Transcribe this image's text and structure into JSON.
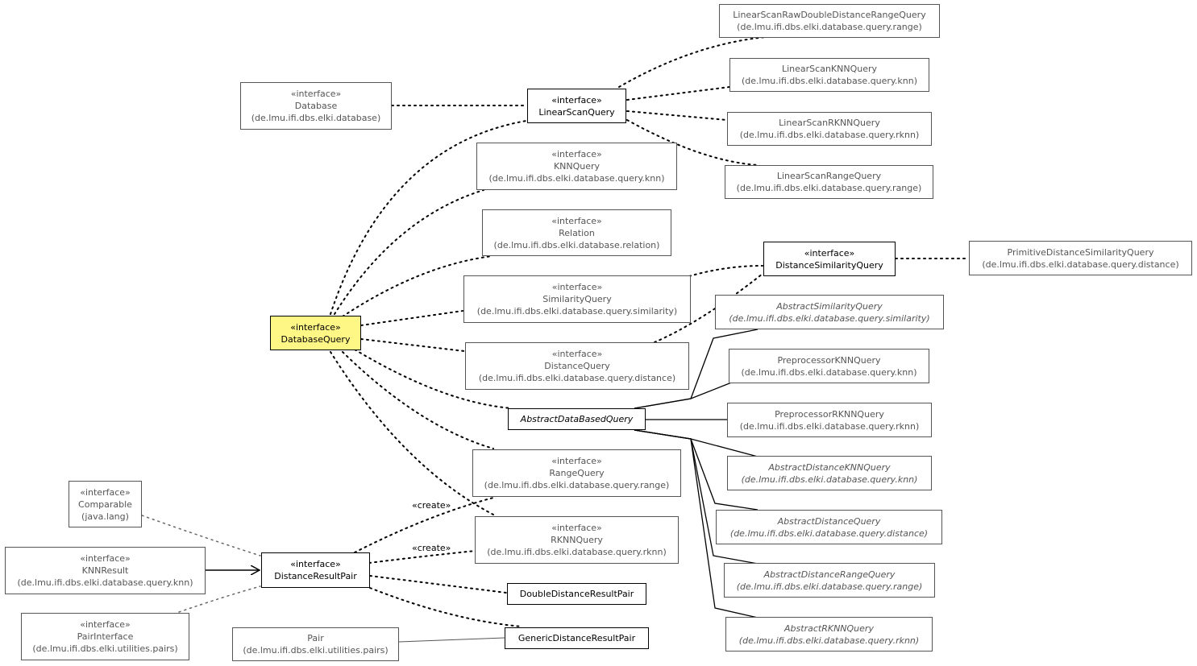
{
  "stereotype": "«interface»",
  "create_label": "«create»",
  "nodes": {
    "database": {
      "name": "Database",
      "pkg": "(de.lmu.ifi.dbs.elki.database)"
    },
    "linearscan_query": {
      "name": "LinearScanQuery"
    },
    "lsrawdouble": {
      "name": "LinearScanRawDoubleDistanceRangeQuery",
      "pkg": "(de.lmu.ifi.dbs.elki.database.query.range)"
    },
    "lsknn": {
      "name": "LinearScanKNNQuery",
      "pkg": "(de.lmu.ifi.dbs.elki.database.query.knn)"
    },
    "lsrknn": {
      "name": "LinearScanRKNNQuery",
      "pkg": "(de.lmu.ifi.dbs.elki.database.query.rknn)"
    },
    "lsrange": {
      "name": "LinearScanRangeQuery",
      "pkg": "(de.lmu.ifi.dbs.elki.database.query.range)"
    },
    "knnquery": {
      "name": "KNNQuery",
      "pkg": "(de.lmu.ifi.dbs.elki.database.query.knn)"
    },
    "relation": {
      "name": "Relation",
      "pkg": "(de.lmu.ifi.dbs.elki.database.relation)"
    },
    "similarityquery": {
      "name": "SimilarityQuery",
      "pkg": "(de.lmu.ifi.dbs.elki.database.query.similarity)"
    },
    "distsimquery": {
      "name": "DistanceSimilarityQuery"
    },
    "primdistsim": {
      "name": "PrimitiveDistanceSimilarityQuery",
      "pkg": "(de.lmu.ifi.dbs.elki.database.query.distance)"
    },
    "abssimquery": {
      "name": "AbstractSimilarityQuery",
      "pkg": "(de.lmu.ifi.dbs.elki.database.query.similarity)"
    },
    "databasequery": {
      "name": "DatabaseQuery"
    },
    "distancequery": {
      "name": "DistanceQuery",
      "pkg": "(de.lmu.ifi.dbs.elki.database.query.distance)"
    },
    "prepknn": {
      "name": "PreprocessorKNNQuery",
      "pkg": "(de.lmu.ifi.dbs.elki.database.query.knn)"
    },
    "absdatabased": {
      "name": "AbstractDataBasedQuery"
    },
    "preprknn": {
      "name": "PreprocessorRKNNQuery",
      "pkg": "(de.lmu.ifi.dbs.elki.database.query.rknn)"
    },
    "absdistknn": {
      "name": "AbstractDistanceKNNQuery",
      "pkg": "(de.lmu.ifi.dbs.elki.database.query.knn)"
    },
    "rangequery": {
      "name": "RangeQuery",
      "pkg": "(de.lmu.ifi.dbs.elki.database.query.range)"
    },
    "absdistquery": {
      "name": "AbstractDistanceQuery",
      "pkg": "(de.lmu.ifi.dbs.elki.database.query.distance)"
    },
    "comparable": {
      "name": "Comparable",
      "pkg": "(java.lang)"
    },
    "rknnquery": {
      "name": "RKNNQuery",
      "pkg": "(de.lmu.ifi.dbs.elki.database.query.rknn)"
    },
    "knnresult": {
      "name": "KNNResult",
      "pkg": "(de.lmu.ifi.dbs.elki.database.query.knn)"
    },
    "distresultpair": {
      "name": "DistanceResultPair"
    },
    "absdistrange": {
      "name": "AbstractDistanceRangeQuery",
      "pkg": "(de.lmu.ifi.dbs.elki.database.query.range)"
    },
    "doubledistpair": {
      "name": "DoubleDistanceResultPair"
    },
    "absrknn": {
      "name": "AbstractRKNNQuery",
      "pkg": "(de.lmu.ifi.dbs.elki.database.query.rknn)"
    },
    "pairinterface": {
      "name": "PairInterface",
      "pkg": "(de.lmu.ifi.dbs.elki.utilities.pairs)"
    },
    "pair": {
      "name": "Pair",
      "pkg": "(de.lmu.ifi.dbs.elki.utilities.pairs)"
    },
    "genericdistpair": {
      "name": "GenericDistanceResultPair"
    }
  }
}
